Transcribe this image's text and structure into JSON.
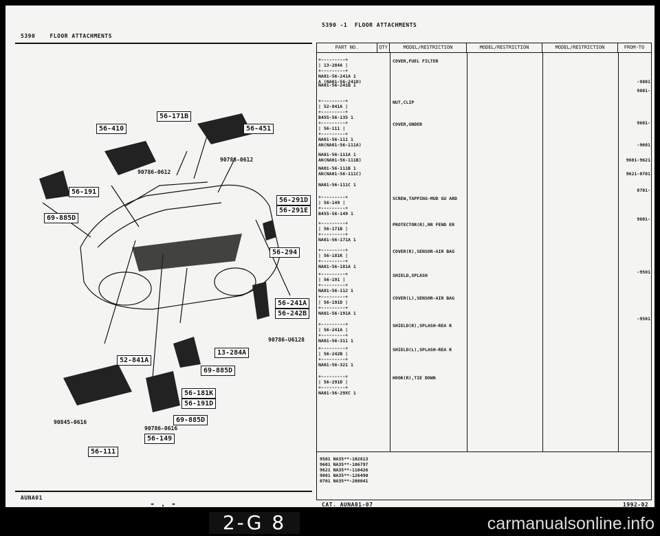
{
  "left_header": {
    "code": "5390",
    "title": "FLOOR ATTACHMENTS"
  },
  "right_header": {
    "code": "5390 -1",
    "title": "FLOOR ATTACHMENTS"
  },
  "diagram": {
    "callouts": [
      "56-410",
      "56-171B",
      "56-451",
      "56-191",
      "69-885D",
      "56-291D",
      "56-291E",
      "56-294",
      "56-241A",
      "56-242B",
      "13-284A",
      "52-841A",
      "69-885D",
      "56-181K",
      "56-191D",
      "69-885D",
      "56-149",
      "56-111"
    ],
    "part_labels": [
      "90786-0612",
      "90786-0612",
      "90786-U6128",
      "90845-0616",
      "90786-0616"
    ]
  },
  "table": {
    "headers": [
      "PART NO.",
      "QTY",
      "MODEL/RESTRICTION",
      "MODEL/RESTRICTION",
      "MODEL/RESTRICTION",
      "FROM-TO"
    ],
    "rows": [
      {
        "box": "| 13-284A |",
        "lines": [
          "NA01-56-241A    1",
          "A (NA01-56-241D)"
        ],
        "desc": "COVER,FUEL FILTER",
        "from": "-9801"
      },
      {
        "box": "",
        "lines": [
          "NA01-56-241B    1"
        ],
        "desc": "",
        "from": "9801-"
      },
      {
        "box": "| 52-841A |",
        "lines": [
          "B455-56-135     1"
        ],
        "desc": "NUT,CLIP",
        "from": "9601-"
      },
      {
        "box": "| 56-111  |",
        "lines": [
          "NA01-56-111     1",
          "AN(NA01-56-111A)"
        ],
        "desc": "COVER,UNDER",
        "from": "-9601"
      },
      {
        "box": "",
        "lines": [
          "NA01-56-111A    1",
          "AN(NA01-56-111B)"
        ],
        "desc": "",
        "from": "9601-9621"
      },
      {
        "box": "",
        "lines": [
          "NA01-56-111B    1",
          "AN(NA01-56-111C)"
        ],
        "desc": "",
        "from": "9621-0701"
      },
      {
        "box": "",
        "lines": [
          "NA01-56-111C    1"
        ],
        "desc": "",
        "from": "0701-"
      },
      {
        "box": "| 56-149  |",
        "lines": [
          "B455-56-149     1"
        ],
        "desc": "SCREW,TAPPING-MUD GU ARD",
        "from": "9601-"
      },
      {
        "box": "| 56-171B |",
        "lines": [
          "NA01-56-171A    1"
        ],
        "desc": "PROTECTOR(R),RR FEND ER",
        "from": ""
      },
      {
        "box": "| 56-181K |",
        "lines": [
          "NA01-56-181A    1"
        ],
        "desc": "COVER(R),SENSOR-AIR BAG",
        "from": "-9501"
      },
      {
        "box": "| 56-191  |",
        "lines": [
          "NA01-56-112     1"
        ],
        "desc": "SHIELD,SPLASH",
        "from": ""
      },
      {
        "box": "| 56-191D |",
        "lines": [
          "NA01-56-191A    1"
        ],
        "desc": "COVER(L),SENSOR-AIR BAG",
        "from": "-9501"
      },
      {
        "box": "| 56-241A |",
        "lines": [
          "NA01-56-311     1"
        ],
        "desc": "SHIELD(R),SPLASH-REA R",
        "from": ""
      },
      {
        "box": "| 56-242B |",
        "lines": [
          "NA01-56-321     1"
        ],
        "desc": "SHIELD(L),SPLASH-REA R",
        "from": ""
      },
      {
        "box": "| 56-291D |",
        "lines": [
          "NA01-56-29XC    1"
        ],
        "desc": "HOOK(R),TIE DOWN",
        "from": ""
      }
    ],
    "legend": [
      "9501 NA35**-102613",
      "9601 NA35**-106797",
      "9621 NA35**-110426",
      "9801 NA35**-126490",
      "0701 NA35**-200041"
    ]
  },
  "footer": {
    "left": "AUNA01",
    "mid_left": "- . -",
    "cat": "CAT. AUNA01-07",
    "date": "1992-02"
  },
  "page_badge": "2-G 8",
  "watermark": "carmanualsonline.info"
}
